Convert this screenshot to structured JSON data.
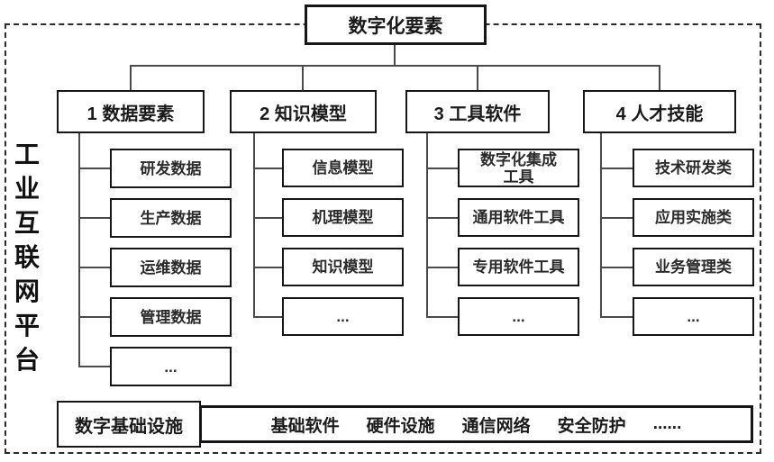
{
  "root": {
    "label": "数字化要素"
  },
  "platform": {
    "label": "工业互联网平台"
  },
  "columns": [
    {
      "title": "1 数据要素",
      "children": [
        "研发数据",
        "生产数据",
        "运维数据",
        "管理数据",
        "..."
      ]
    },
    {
      "title": "2 知识模型",
      "children": [
        "信息模型",
        "机理模型",
        "知识模型",
        "..."
      ]
    },
    {
      "title": "3 工具软件",
      "children": [
        "数字化集成\n工具",
        "通用软件工具",
        "专用软件工具",
        "..."
      ]
    },
    {
      "title": "4 人才技能",
      "children": [
        "技术研发类",
        "应用实施类",
        "业务管理类",
        "..."
      ]
    }
  ],
  "infrastructure": {
    "label": "数字基础设施",
    "items": [
      "基础软件",
      "硬件设施",
      "通信网络",
      "安全防护",
      "......"
    ]
  },
  "colors": {
    "box_border": "#161616",
    "connector": "#4a4a4a",
    "background": "#ffffff",
    "dashed_border": "#2b2b2b"
  }
}
